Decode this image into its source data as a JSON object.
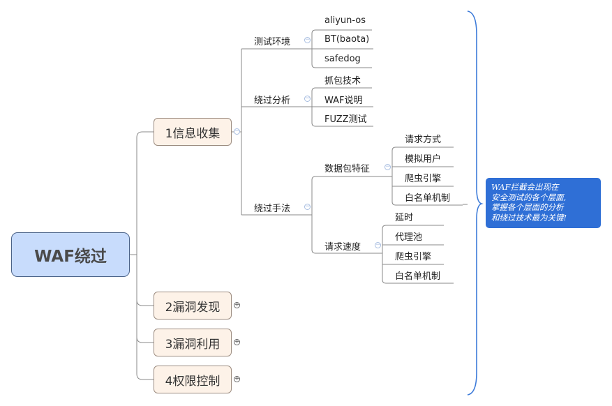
{
  "root": {
    "label": "WAF绕过"
  },
  "main_topics": [
    {
      "label": "1信息收集",
      "state": "expanded"
    },
    {
      "label": "2漏洞发现",
      "state": "collapsed"
    },
    {
      "label": "3漏洞利用",
      "state": "collapsed"
    },
    {
      "label": "4权限控制",
      "state": "collapsed"
    }
  ],
  "info_collection": {
    "test_env": {
      "label": "测试环境",
      "children": [
        "aliyun-os",
        "BT(baota)",
        "safedog"
      ]
    },
    "bypass_analysis": {
      "label": "绕过分析",
      "children": [
        "抓包技术",
        "WAF说明",
        "FUZZ测试"
      ]
    },
    "bypass_methods": {
      "label": "绕过手法",
      "packet_features": {
        "label": "数据包特征",
        "children": [
          "请求方式",
          "模拟用户",
          "爬虫引擎",
          "白名单机制"
        ]
      },
      "request_speed": {
        "label": "请求速度",
        "children": [
          "延时",
          "代理池",
          "爬虫引擎",
          "白名单机制"
        ]
      }
    }
  },
  "summary_note": {
    "lines": [
      "WAF拦截会出现在",
      "安全测试的各个层面,",
      "掌握各个层面的分析",
      "和绕过技术最为关键!"
    ]
  },
  "colors": {
    "root_fill": "#c8dcfc",
    "main_fill": "#fdf2e8",
    "note_fill": "#2f6fd6",
    "brace": "#3d7bd9",
    "connector": "#888888"
  }
}
